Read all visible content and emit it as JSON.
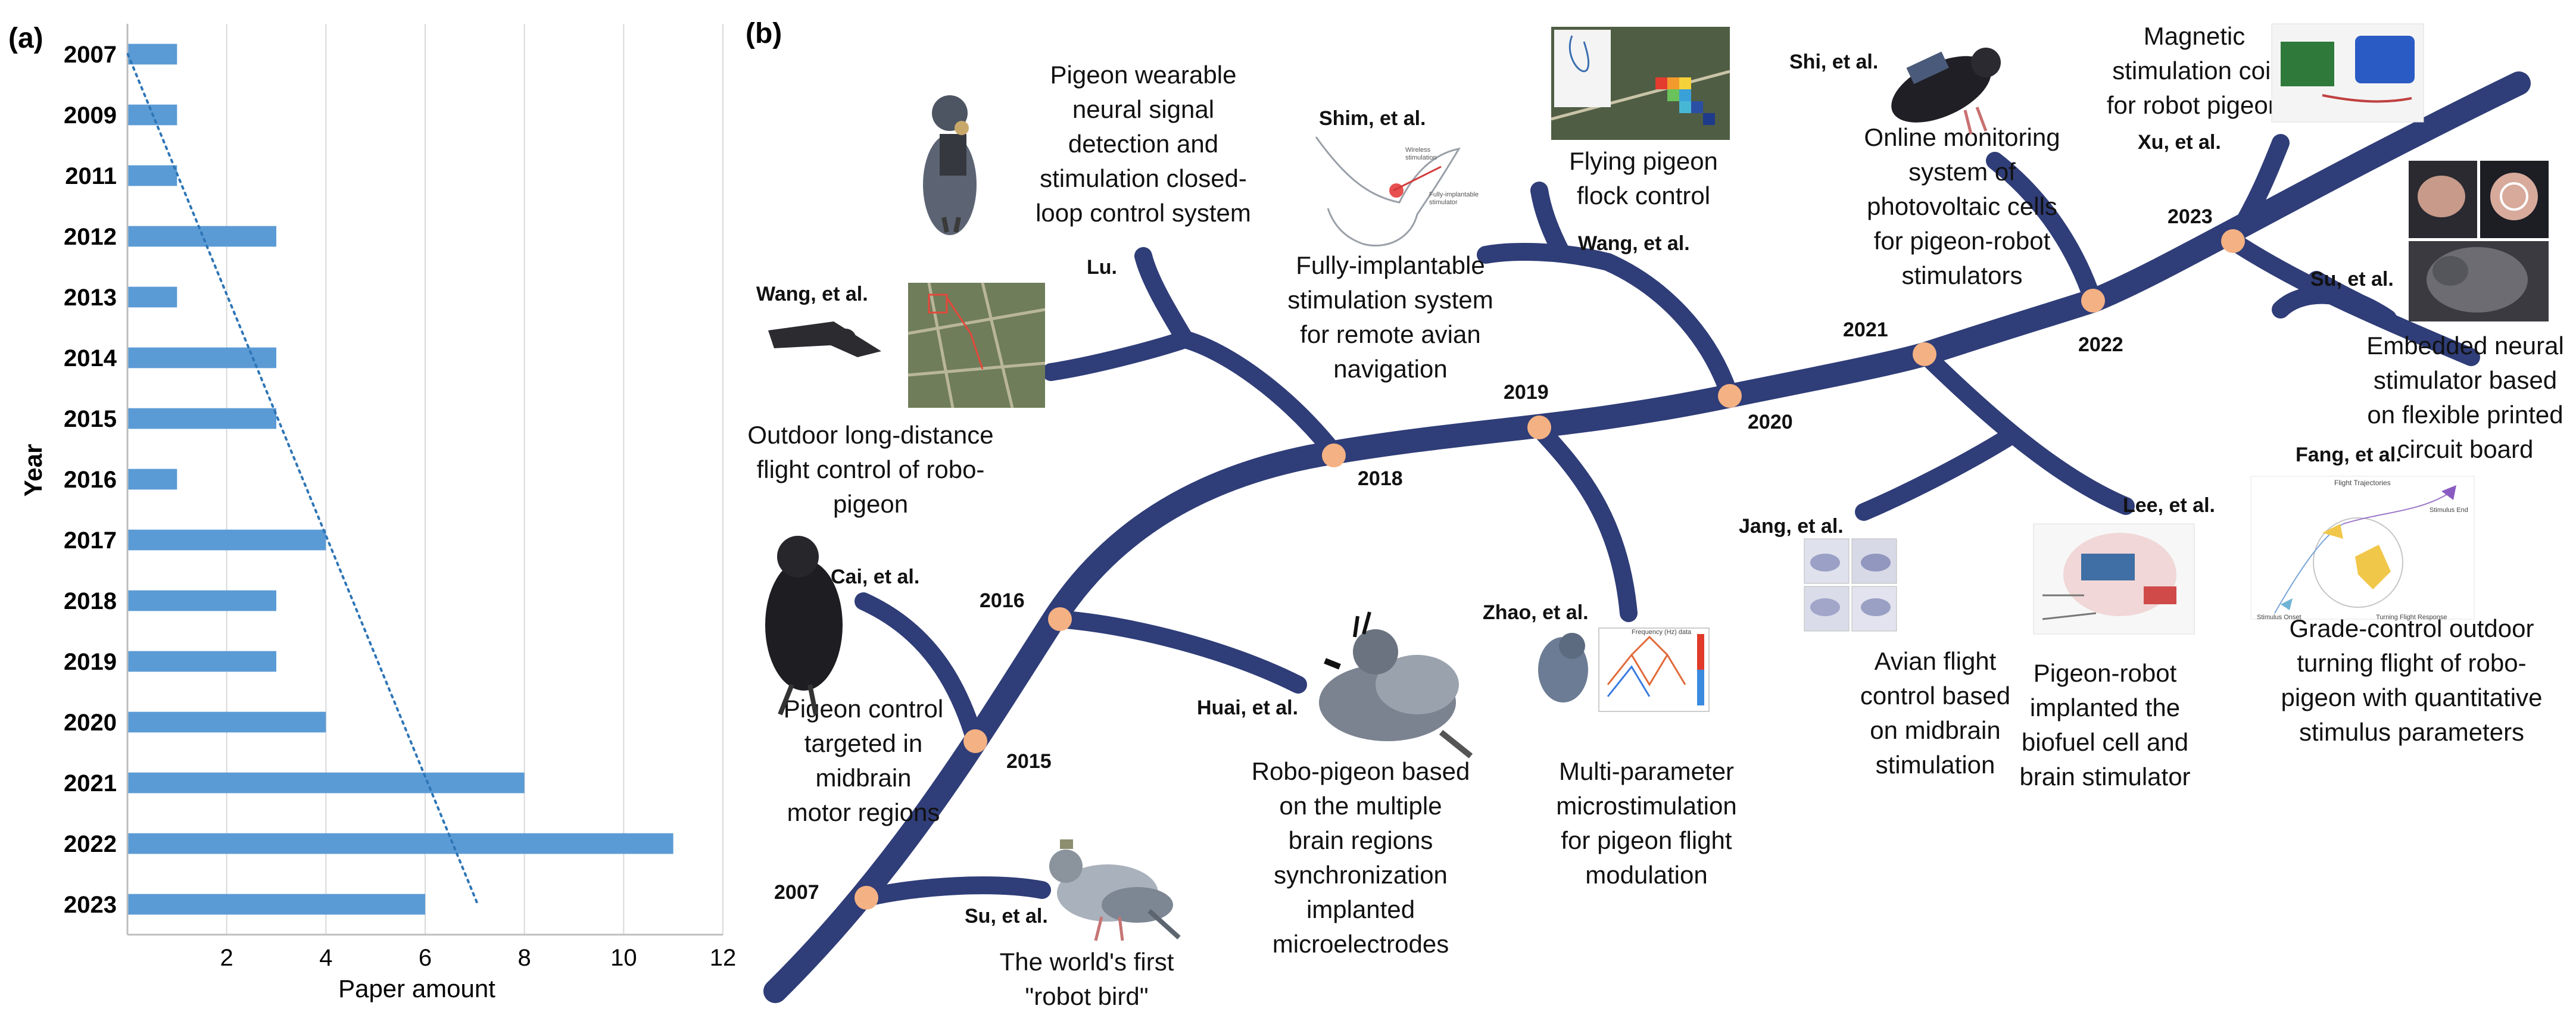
{
  "panel_a": {
    "label": "(a)"
  },
  "panel_b": {
    "label": "(b)"
  },
  "chart_data": {
    "type": "bar",
    "orientation": "horizontal",
    "categories": [
      "2007",
      "2009",
      "2011",
      "2012",
      "2013",
      "2014",
      "2015",
      "2016",
      "2017",
      "2018",
      "2019",
      "2020",
      "2021",
      "2022",
      "2023"
    ],
    "values": [
      1,
      1,
      1,
      3,
      1,
      3,
      3,
      1,
      4,
      3,
      3,
      4,
      8,
      11,
      6
    ],
    "xlabel": "Paper amount",
    "ylabel": "Year",
    "xlim": [
      0,
      12
    ],
    "xticks": [
      "2",
      "4",
      "6",
      "8",
      "10",
      "12"
    ],
    "xtick_values": [
      2,
      4,
      6,
      8,
      10,
      12
    ],
    "grid": "vertical",
    "trendline": "dotted linear",
    "bar_color": "#5b9bd5",
    "trendline_color": "#2e75b6"
  },
  "timeline": {
    "branch_color": "#2f3d78",
    "node_color": "#f4b183",
    "years": [
      "2007",
      "2015",
      "2016",
      "2018",
      "2019",
      "2020",
      "2021",
      "2022",
      "2023"
    ],
    "events": [
      {
        "author": "Su, et al.",
        "title_lines": [
          "The world's first",
          "\"robot bird\""
        ]
      },
      {
        "author": "Cai, et al.",
        "title_lines": [
          "Pigeon control",
          "targeted in",
          "midbrain",
          "motor regions"
        ]
      },
      {
        "author": "Huai, et al.",
        "title_lines": [
          "Robo-pigeon based",
          "on the multiple",
          "brain regions",
          "synchronization",
          "implanted",
          "microelectrodes"
        ]
      },
      {
        "author": "Wang, et al.",
        "title_lines": [
          "Outdoor long-distance",
          "flight control of robo-",
          "pigeon"
        ]
      },
      {
        "author": "Lu.",
        "title_lines": [
          "Pigeon wearable",
          "neural signal",
          "detection and",
          "stimulation closed-",
          "loop control system"
        ]
      },
      {
        "author": "Shim, et al.",
        "title_lines": [
          "Fully-implantable",
          "stimulation system",
          "for remote avian",
          "navigation"
        ]
      },
      {
        "author": "Zhao, et al.",
        "title_lines": [
          "Multi-parameter",
          "microstimulation",
          "for pigeon flight",
          "modulation"
        ]
      },
      {
        "author": "Wang, et al.",
        "title_lines": [
          "Flying pigeon",
          "flock control"
        ]
      },
      {
        "author": "Jang, et al.",
        "title_lines": [
          "Avian flight",
          "control based",
          "on midbrain",
          "stimulation"
        ]
      },
      {
        "author": "Lee, et al.",
        "title_lines": [
          "Pigeon-robot",
          "implanted the",
          "biofuel cell and",
          "brain stimulator"
        ]
      },
      {
        "author": "Shi, et al.",
        "title_lines": [
          "Online monitoring",
          "system of",
          "photovoltaic cells",
          "for pigeon-robot",
          "stimulators"
        ]
      },
      {
        "author": "Xu, et al.",
        "title_lines": [
          "Magnetic",
          "stimulation coil",
          "for robot pigeon"
        ]
      },
      {
        "author": "Su, et al.",
        "title_lines": [
          "Embedded neural",
          "stimulator based",
          "on flexible printed",
          "circuit board"
        ]
      },
      {
        "author": "Fang, et al.",
        "title_lines": [
          "Grade-control outdoor",
          "turning flight of robo-",
          "pigeon with quantitative",
          "stimulus parameters"
        ]
      }
    ],
    "figure_labels": {
      "shim_device": [
        "Wireless",
        "stimulation",
        "Fully-implantable",
        "stimulator"
      ],
      "fang_plot": [
        "Flight Trajectories",
        "Stimulus Onset",
        "Turning Flight Response",
        "Stimulus End"
      ],
      "zhao_plot": [
        "Frequency (Hz) data"
      ]
    }
  }
}
